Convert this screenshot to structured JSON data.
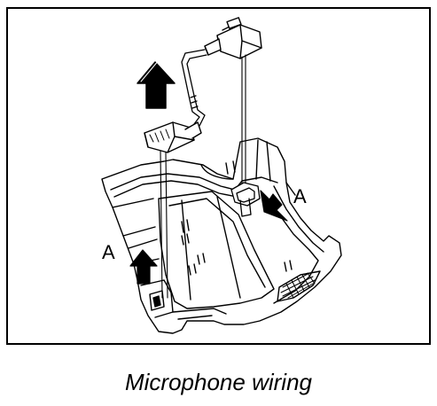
{
  "figure": {
    "callouts": {
      "left": "A",
      "right": "A"
    },
    "colors": {
      "line": "#000000",
      "background": "#ffffff",
      "arrow_fill": "#000000"
    },
    "icons": [
      "up-arrow-icon",
      "diagonal-arrow-icon",
      "connector-plug-icon"
    ]
  },
  "caption": "Microphone wiring"
}
